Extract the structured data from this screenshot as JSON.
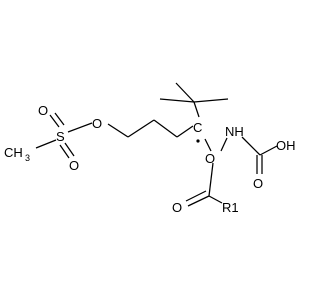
{
  "diagram": {
    "type": "chemical-structure",
    "atom_labels": {
      "ch3_left": "CH3",
      "o_sulfonyl_top": "O",
      "s_atom": "S",
      "o_sulfonyl_bottom": "O",
      "o_ester": "O",
      "o_ring": "O",
      "nh": "NH",
      "oh": "OH",
      "o_carbonyl_right": "O",
      "o_carbonyl_left": "O",
      "r1": "R1",
      "radical_c": "C"
    }
  }
}
